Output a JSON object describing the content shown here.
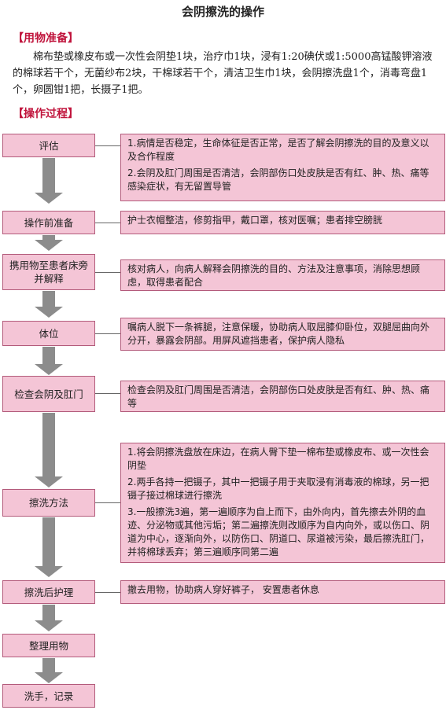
{
  "title": "会阴擦洗的操作",
  "materials_header": "【用物准备】",
  "materials_text": "棉布垫或橡皮布或一次性会阴垫1块，治疗巾1块，浸有1:20碘伏或1:5000高锰酸钾溶液的棉球若干个，无菌纱布2块，干棉球若干个，清洁卫生巾1块，会阴擦洗盘1个，消毒弯盘1个，卵圆钳1把，长摄子1把。",
  "process_header": "【操作过程】",
  "steps": [
    {
      "label": "评估",
      "descs": [
        "1.病情是否稳定，生命体征是否正常，是否了解会阴擦洗的目的及意义以及合作程度",
        "2.会阴及肛门周围是否清洁，会阴部伤口处皮肤是否有红、肿、热、痛等感染症状，有无留置导管"
      ]
    },
    {
      "label": "操作前准备",
      "descs": [
        "护士衣帽整洁，修剪指甲，戴口罩，核对医嘱；患者排空膀胱"
      ]
    },
    {
      "label": "携用物至患者床旁并解释",
      "descs": [
        "核对病人，向病人解释会阴擦洗的目的、方法及注意事项，消除思想顾虑，取得患者配合"
      ]
    },
    {
      "label": "体位",
      "descs": [
        "嘱病人脱下一条裤腿，注意保暖，协助病人取屈膝仰卧位，双腿屈曲向外分开，暴露会阴部。用屏风遮挡患者，保护病人隐私"
      ]
    },
    {
      "label": "检查会阴及肛门",
      "descs": [
        "检查会阴及肛门周围是否清洁，会阴部伤口处皮肤是否有红、肿、热、痛等"
      ]
    },
    {
      "label": "擦洗方法",
      "descs": [
        "1.将会阴擦洗盘放在床边，在病人臀下垫一棉布垫或橡皮布、或一次性会阴垫",
        "2.两手各持一把镊子，其中一把镊子用于夹取浸有消毒液的棉球，另一把镊子接过棉球进行擦洗",
        "3.一般擦洗3遍，第一遍顺序为自上而下，由外向内，首先擦去外阴的血迹、分泌物或其他污垢；第二遍擦洗则改顺序为自内向外，或以伤口、阴道为中心，逐渐向外，以防伤口、阴道口、尿道被污染，最后擦洗肛门，并将棉球丢弃；第三遍顺序同第二遍"
      ]
    },
    {
      "label": "擦洗后护理",
      "descs": [
        "撤去用物，协助病人穿好裤子， 安置患者休息"
      ]
    },
    {
      "label": "整理用物",
      "descs": []
    },
    {
      "label": "洗手，记录",
      "descs": []
    }
  ]
}
